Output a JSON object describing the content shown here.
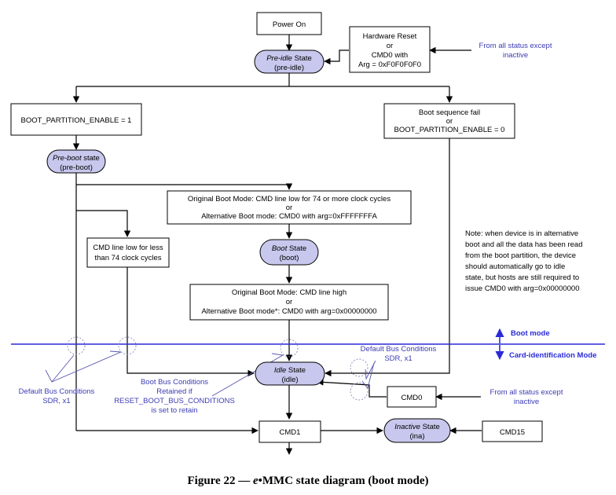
{
  "nodes": {
    "power_on": "Power On",
    "hw_reset_1": "Hardware Reset",
    "hw_reset_2": "or",
    "hw_reset_3": "CMD0 with",
    "hw_reset_4": "Arg = 0xF0F0F0F0",
    "preidle_1_italic": "Pre-idle",
    "preidle_1_rest": " State",
    "preidle_2": "(pre-idle)",
    "bpe1": "BOOT_PARTITION_ENABLE = 1",
    "bootfail_1": "Boot sequence fail",
    "bootfail_2": "or",
    "bootfail_3": "BOOT_PARTITION_ENABLE = 0",
    "preboot_1_italic": "Pre-boot",
    "preboot_1_rest": " state",
    "preboot_2": "(pre-boot)",
    "orig_boot_1": "Original Boot Mode: CMD line low for 74 or more clock cycles",
    "orig_boot_2": "or",
    "orig_boot_3": "Alternative Boot mode: CMD0 with arg=0xFFFFFFFA",
    "cmd_low_1": "CMD line low for less",
    "cmd_low_2": "than 74 clock cycles",
    "boot_state_1_italic": "Boot",
    "boot_state_1_rest": " State",
    "boot_state_2": "(boot)",
    "orig_high_1": "Original Boot Mode: CMD line high",
    "orig_high_2": "or",
    "orig_high_3": "Alternative Boot mode*: CMD0 with arg=0x00000000",
    "idle_1_italic": "Idle",
    "idle_1_rest": " State",
    "idle_2": "(idle)",
    "cmd0": "CMD0",
    "cmd1": "CMD1",
    "inactive_1_italic": "Inactive",
    "inactive_1_rest": " State",
    "inactive_2": "(ina)",
    "cmd15": "CMD15"
  },
  "annotations": {
    "from_all_top_1": "From all status except",
    "from_all_top_2": "inactive",
    "from_all_bottom_1": "From all status except",
    "from_all_bottom_2": "inactive",
    "note_lines": [
      "Note: when device is in alternative",
      "boot and all the data has been read",
      "from the boot partition, the device",
      "should automatically go to idle",
      "state, but hosts are still required to",
      "issue CMD0 with arg=0x00000000"
    ],
    "boot_mode": "Boot mode",
    "card_id_mode": "Card-identification Mode",
    "dbc_left_1": "Default Bus Conditions",
    "dbc_left_2": "SDR, x1",
    "dbc_right_1": "Default Bus Conditions",
    "dbc_right_2": "SDR, x1",
    "bbc_1": "Boot Bus Conditions",
    "bbc_2": "Retained if",
    "bbc_3": "RESET_BOOT_BUS_CONDITIONS",
    "bbc_4": "is set to retain"
  },
  "caption": {
    "prefix": "Figure 22 — ",
    "emph": "e",
    "bullet": "•",
    "rest": "MMC state diagram (boot mode)"
  }
}
